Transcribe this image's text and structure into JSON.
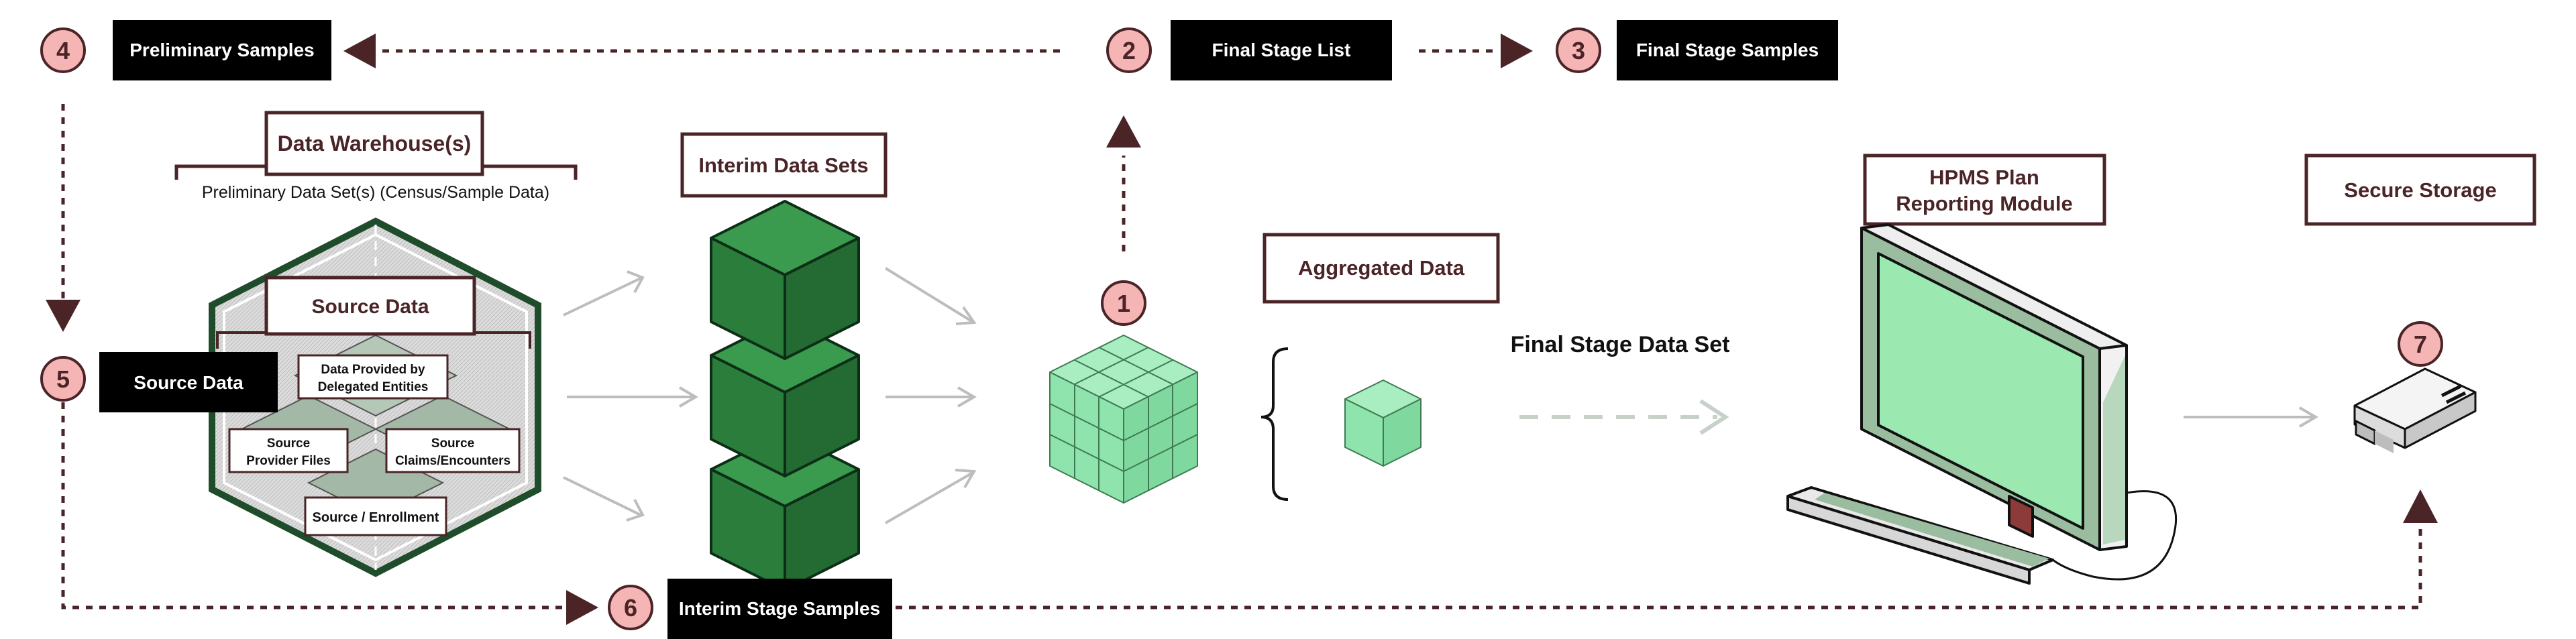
{
  "colors": {
    "dark_brown": "#4a2427",
    "step_circle_fill": "#f6b5b5",
    "cube_dark_green": "#2e7d3e",
    "cube_light_green": "#8ee4ac",
    "label_black": "#000000",
    "arrow_gray": "#bdbdbd"
  },
  "steps": {
    "s1": "1",
    "s2": "2",
    "s3": "3",
    "s4": "4",
    "s5": "5",
    "s6": "6",
    "s7": "7"
  },
  "labels": {
    "preliminary_samples": "Preliminary Samples",
    "final_stage_list": "Final Stage List",
    "final_stage_samples": "Final Stage Samples",
    "source_data_black": "Source Data",
    "interim_stage_samples": "Interim Stage Samples",
    "data_warehouses": "Data Warehouse(s)",
    "preliminary_data_sets": "Preliminary Data Set(s) (Census/Sample Data)",
    "source_data_box": "Source Data",
    "delegated_line1": "Data Provided by",
    "delegated_line2": "Delegated Entities",
    "provider_line1": "Source",
    "provider_line2": "Provider Files",
    "claims_line1": "Source",
    "claims_line2": "Claims/Encounters",
    "enrollment": "Source / Enrollment",
    "interim_data_sets": "Interim Data Sets",
    "aggregated_data": "Aggregated Data",
    "final_stage_data_set": "Final Stage Data Set",
    "hpms_line1": "HPMS Plan",
    "hpms_line2": "Reporting Module",
    "secure_storage": "Secure Storage"
  },
  "icons": {
    "warehouse": "hexagon-warehouse-icon",
    "interim_cubes": "stacked-cubes-icon",
    "aggregated_cube": "cube-cluster-icon",
    "final_cube": "single-cube-icon",
    "computer": "computer-monitor-icon",
    "storage": "usb-drive-icon"
  }
}
